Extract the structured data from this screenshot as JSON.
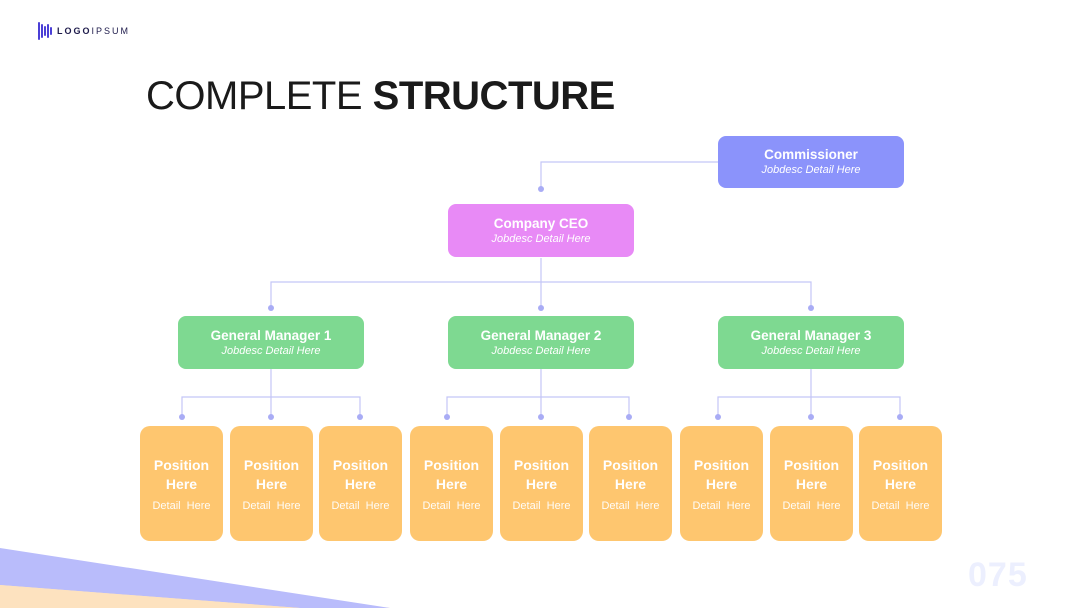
{
  "logo": {
    "text_bold": "LOGO",
    "text_light": "IPSUM"
  },
  "title": {
    "light": "COMPLETE",
    "bold": "STRUCTURE"
  },
  "commissioner": {
    "name": "Commissioner",
    "desc": "Jobdesc Detail Here"
  },
  "ceo": {
    "name": "Company CEO",
    "desc": "Jobdesc Detail Here"
  },
  "managers": [
    {
      "name": "General Manager 1",
      "desc": "Jobdesc Detail Here"
    },
    {
      "name": "General Manager 2",
      "desc": "Jobdesc Detail Here"
    },
    {
      "name": "General Manager 3",
      "desc": "Jobdesc Detail Here"
    }
  ],
  "positions": [
    {
      "name": "Position\nHere",
      "detail": "Detail Here"
    },
    {
      "name": "Position\nHere",
      "detail": "Detail Here"
    },
    {
      "name": "Position\nHere",
      "detail": "Detail Here"
    },
    {
      "name": "Position\nHere",
      "detail": "Detail Here"
    },
    {
      "name": "Position\nHere",
      "detail": "Detail Here"
    },
    {
      "name": "Position\nHere",
      "detail": "Detail Here"
    },
    {
      "name": "Position\nHere",
      "detail": "Detail Here"
    },
    {
      "name": "Position\nHere",
      "detail": "Detail Here"
    },
    {
      "name": "Position\nHere",
      "detail": "Detail Here"
    }
  ],
  "page_number": "075",
  "colors": {
    "commissioner": "#8b93fb",
    "ceo": "#e88af6",
    "manager": "#7ed991",
    "position": "#fec66f",
    "connector": "#c4c6f7",
    "accent": "#4b3fd6"
  }
}
